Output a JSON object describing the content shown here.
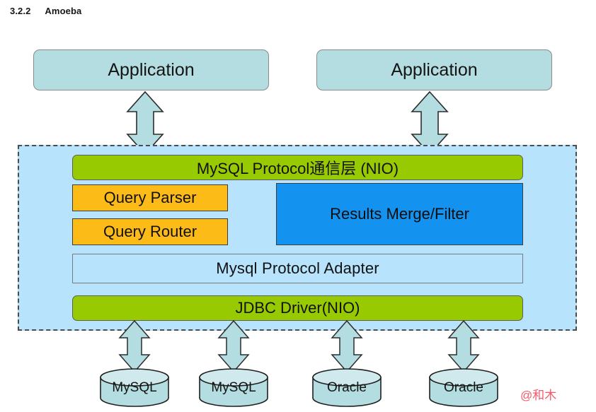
{
  "heading": {
    "number": "3.2.2",
    "title": "Amoeba"
  },
  "colors": {
    "app_box_fill": "#b4dde1",
    "container_fill": "#b7e3fc",
    "green_bar": "#98ca02",
    "orange_box": "#fcbb16",
    "blue_box": "#1492ef",
    "arrow_fill": "#b4dde1",
    "watermark": "#f4596b",
    "border_gray": "#8a8a8a",
    "border_dark": "#3d3d3d"
  },
  "diagram": {
    "applications": [
      {
        "label": "Application"
      },
      {
        "label": "Application"
      }
    ],
    "protocol_layer": {
      "label": "MySQL Protocol通信层 (NIO)"
    },
    "query_boxes": [
      {
        "label": "Query Parser"
      },
      {
        "label": "Query Router"
      }
    ],
    "results_box": {
      "label": "Results Merge/Filter"
    },
    "adapter": {
      "label": "Mysql  Protocol Adapter"
    },
    "driver": {
      "label": "JDBC Driver(NIO)"
    },
    "databases": [
      {
        "label": "MySQL"
      },
      {
        "label": "MySQL"
      },
      {
        "label": "Oracle"
      },
      {
        "label": "Oracle"
      }
    ],
    "arrows": {
      "app_to_protocol": [
        {
          "name": "bidirectional-arrow"
        },
        {
          "name": "bidirectional-arrow"
        }
      ],
      "driver_to_db": [
        {
          "name": "bidirectional-arrow"
        },
        {
          "name": "bidirectional-arrow"
        },
        {
          "name": "bidirectional-arrow"
        },
        {
          "name": "bidirectional-arrow"
        }
      ]
    }
  },
  "watermark": {
    "text": "@和木"
  }
}
